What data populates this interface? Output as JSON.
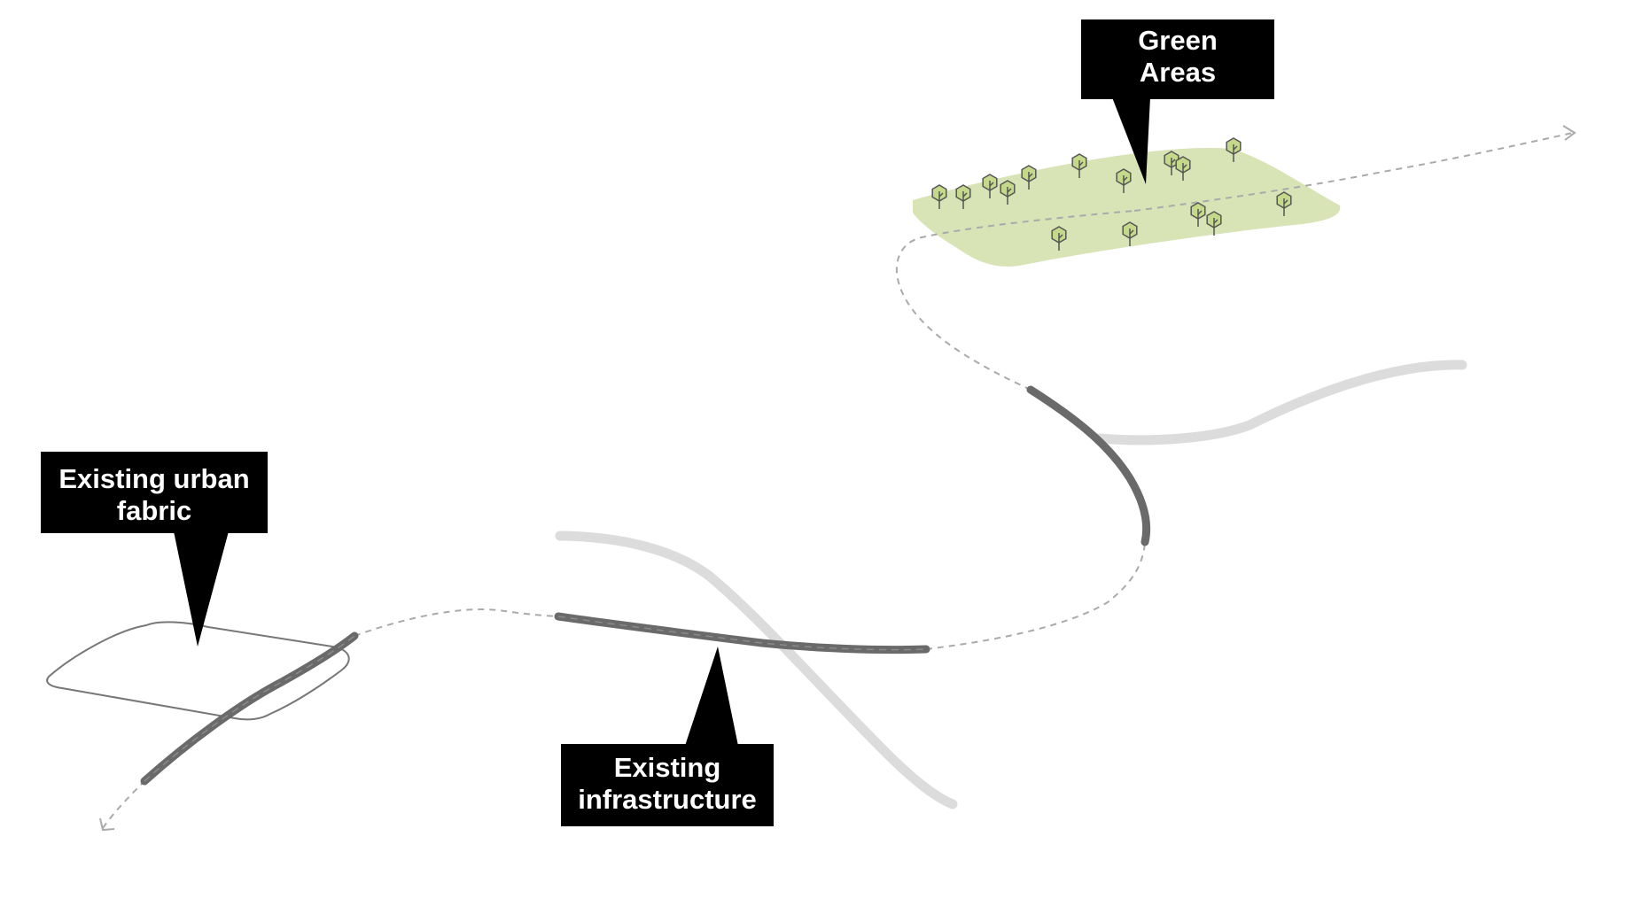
{
  "labels": {
    "green_areas": {
      "line1": "Green",
      "line2": "Areas"
    },
    "urban_fabric": {
      "line1": "Existing urban",
      "line2": "fabric"
    },
    "infrastructure": {
      "line1": "Existing",
      "line2": "infrastructure"
    }
  },
  "colors": {
    "background": "#ffffff",
    "callout": "#000000",
    "callout_text": "#ffffff",
    "green_area_fill": "#d8e3b6",
    "tree_fill": "#c5d98a",
    "tree_stroke": "#555555",
    "infrastructure_dark": "#6a6a6a",
    "infrastructure_light": "#dcdcdc",
    "route_dashed": "#aaaaaa",
    "urban_outline": "#777777"
  }
}
